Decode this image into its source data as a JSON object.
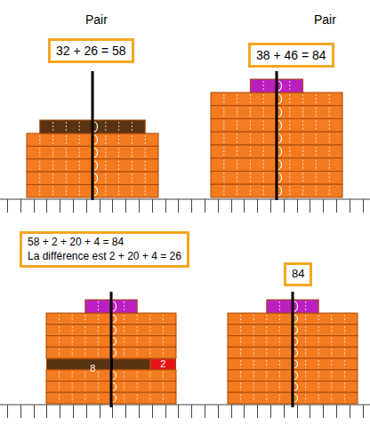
{
  "diagram": {
    "nodes": [
      {
        "text": [
          "32 + 26 = 58"
        ]
      },
      {
        "text": [
          "38 + 46 = 84"
        ]
      },
      {
        "text": [
          "58 + 2 + 20 + 4 = 84",
          "La différence est 2 + 20 + 4 = 26"
        ]
      },
      {
        "text": [
          "84"
        ]
      },
      {
        "text": [
          "8"
        ]
      },
      {
        "text": [
          "2"
        ]
      }
    ],
    "labels": [
      "Pair",
      "Pair"
    ]
  }
}
